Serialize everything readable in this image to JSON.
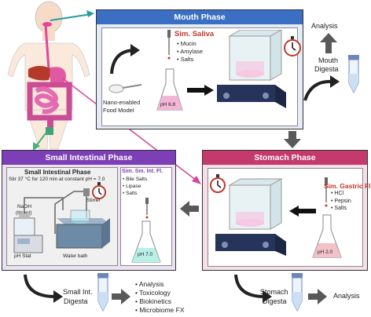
{
  "mouth": {
    "title": "Mouth Phase",
    "saliva_title": "Sim. Saliva",
    "saliva_items": [
      "• Mucin",
      "• Amylase",
      "• Salts"
    ],
    "food_label_1": "Nano-enabled",
    "food_label_2": "Food Model",
    "ph": "pH 6.8"
  },
  "mouth_out": {
    "analysis": "Analysis",
    "digesta_1": "Mouth",
    "digesta_2": "Digesta"
  },
  "stomach": {
    "title": "Stomach Phase",
    "fluid_title": "Sim. Gastric Fl.",
    "fluid_items": [
      "• HCl",
      "• Pepsin",
      "• Salts"
    ],
    "ph": "pH 2.0"
  },
  "stomach_out": {
    "digesta_1": "Stomach",
    "digesta_2": "Digesta",
    "analysis": "Analysis"
  },
  "intestine": {
    "title": "Small Intestinal Phase",
    "panel_title": "Small Intestinal Phase",
    "panel_subtitle": "Stir  37 °C for 120 min at constant pH = 7.0",
    "naoh_1": "NaOH",
    "naoh_2": "(titrant)",
    "stirrer": "Stirrer",
    "ph_stat": "pH Stat",
    "water_bath": "Water bath",
    "fluid_title": "Sim. Sm. Int. Fl.",
    "fluid_items": [
      "• Bile Salts",
      "• Lipase",
      "• Salts"
    ],
    "ph": "pH 7.0"
  },
  "intestine_out": {
    "digesta_1": "Small Int.",
    "digesta_2": "Digesta",
    "list": [
      "•  Analysis",
      "•  Toxicology",
      "•  Biokinetics",
      "•  Microbiome FX"
    ]
  },
  "colors": {
    "mouth": "#3a6fc4",
    "stomach": "#c43a6c",
    "intestine": "#7d3fb5"
  }
}
